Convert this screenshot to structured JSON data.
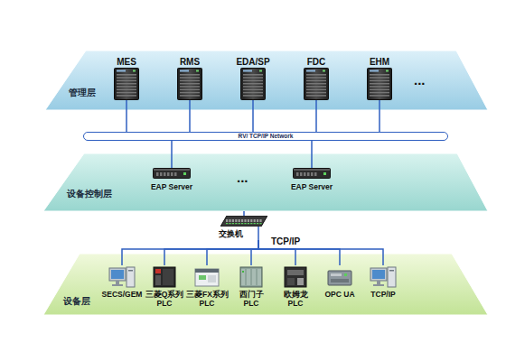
{
  "diagram": {
    "nodes": [
      {
        "text": [
          "管理层"
        ]
      },
      {
        "text": [
          "MES"
        ],
        "in": 0
      },
      {
        "text": [
          "RMS"
        ],
        "in": 0
      },
      {
        "text": [
          "EDA/SP"
        ],
        "in": 0
      },
      {
        "text": [
          "FDC"
        ],
        "in": 0
      },
      {
        "text": [
          "EHM"
        ],
        "in": 0
      },
      {
        "text": [
          "RV/ TCP/IP Network"
        ]
      },
      {
        "text": [
          "设备控制层"
        ]
      },
      {
        "text": [
          "EAP Server"
        ],
        "in": 7
      },
      {
        "text": [
          "EAP Server"
        ],
        "in": 7
      },
      {
        "text": [
          "交换机"
        ]
      },
      {
        "text": [
          "设备层"
        ]
      },
      {
        "text": [
          "SECS/GEM"
        ],
        "in": 11
      },
      {
        "text": [
          "三菱Q系列 PLC"
        ],
        "in": 11
      },
      {
        "text": [
          "三菱FX系列 PLC"
        ],
        "in": 11
      },
      {
        "text": [
          "西门子 PLC"
        ],
        "in": 11
      },
      {
        "text": [
          "欧姆龙 PLC"
        ],
        "in": 11
      },
      {
        "text": [
          "OPC UA"
        ],
        "in": 11
      },
      {
        "text": [
          "TCP/IP"
        ],
        "in": 11
      }
    ],
    "edges": [
      {
        "from": 1,
        "to": 6,
        "arrow": "none"
      },
      {
        "from": 2,
        "to": 6,
        "arrow": "none"
      },
      {
        "from": 3,
        "to": 6,
        "arrow": "none"
      },
      {
        "from": 4,
        "to": 6,
        "arrow": "none"
      },
      {
        "from": 5,
        "to": 6,
        "arrow": "none"
      },
      {
        "from": 6,
        "to": 8,
        "arrow": "none"
      },
      {
        "from": 6,
        "to": 9,
        "arrow": "none"
      },
      {
        "from": 7,
        "to": 10,
        "arrow": "none"
      },
      {
        "from": 10,
        "to": 12,
        "arrow": "none"
      },
      {
        "from": 10,
        "to": 13,
        "arrow": "none"
      },
      {
        "from": 10,
        "to": 14,
        "arrow": "none"
      },
      {
        "from": 10,
        "to": 15,
        "arrow": "none"
      },
      {
        "from": 10,
        "to": 16,
        "arrow": "none"
      },
      {
        "from": 10,
        "to": 17,
        "arrow": "none"
      },
      {
        "from": 10,
        "to": 18,
        "arrow": "none"
      }
    ],
    "labels": [
      "...",
      "...",
      "TCP/IP"
    ]
  }
}
